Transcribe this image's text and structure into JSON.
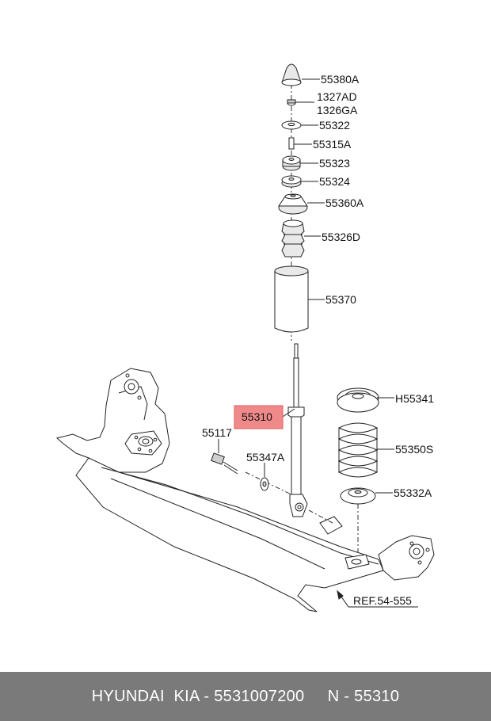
{
  "parts": [
    {
      "id": "55380A"
    },
    {
      "id": "1327AD"
    },
    {
      "id": "1326GA"
    },
    {
      "id": "55322"
    },
    {
      "id": "55315A"
    },
    {
      "id": "55323"
    },
    {
      "id": "55324"
    },
    {
      "id": "55360A"
    },
    {
      "id": "55326D"
    },
    {
      "id": "55370"
    },
    {
      "id": "55310",
      "highlighted": true
    },
    {
      "id": "H55341"
    },
    {
      "id": "55350S"
    },
    {
      "id": "55117"
    },
    {
      "id": "55347A"
    },
    {
      "id": "55332A"
    }
  ],
  "reference": "REF.54-555",
  "highlight_color": "#f08a8a",
  "footer": {
    "text": "HYUNDAI  KIA - 5531007200     N - 55310"
  }
}
